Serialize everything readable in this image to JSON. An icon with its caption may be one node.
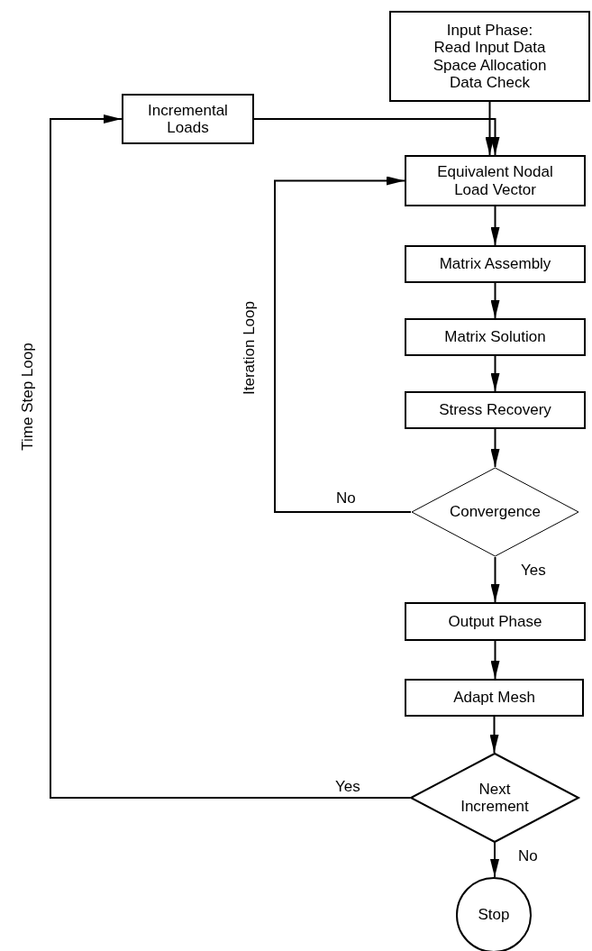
{
  "diagram": {
    "nodes": [
      {
        "text": [
          "Input Phase:",
          "Read Input Data",
          "Space Allocation",
          "Data Check"
        ]
      },
      {
        "text": [
          "Incremental Loads"
        ]
      },
      {
        "text": [
          "Equivalent Nodal Load Vector"
        ]
      },
      {
        "text": [
          "Matrix Assembly"
        ]
      },
      {
        "text": [
          "Matrix Solution"
        ]
      },
      {
        "text": [
          "Stress Recovery"
        ]
      },
      {
        "text": [
          "Convergence"
        ]
      },
      {
        "text": [
          "Output Phase"
        ]
      },
      {
        "text": [
          "Adapt Mesh"
        ]
      },
      {
        "text": [
          "Next Increment"
        ]
      },
      {
        "text": [
          "Stop"
        ]
      }
    ],
    "edges": [
      {
        "from": 0,
        "to": 2,
        "arrow": "to"
      },
      {
        "from": 1,
        "to": 2,
        "arrow": "to"
      },
      {
        "from": 2,
        "to": 3,
        "arrow": "to"
      },
      {
        "from": 3,
        "to": 4,
        "arrow": "to"
      },
      {
        "from": 4,
        "to": 5,
        "arrow": "to"
      },
      {
        "from": 5,
        "to": 6,
        "arrow": "to"
      },
      {
        "from": 6,
        "to": 2,
        "label": "No",
        "arrow": "to"
      },
      {
        "from": 6,
        "to": 7,
        "label": "Yes",
        "arrow": "to"
      },
      {
        "from": 7,
        "to": 8,
        "arrow": "to"
      },
      {
        "from": 8,
        "to": 9,
        "arrow": "to"
      },
      {
        "from": 9,
        "to": 1,
        "label": "Yes",
        "arrow": "to"
      },
      {
        "from": 9,
        "to": 10,
        "label": "No",
        "arrow": "to"
      }
    ],
    "labels": [
      "Time Step Loop",
      "Iteration Loop"
    ]
  }
}
